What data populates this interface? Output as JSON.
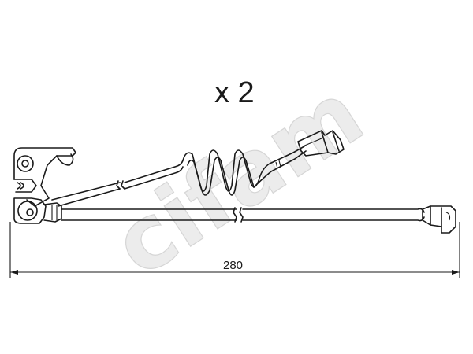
{
  "drawing": {
    "quantity_label": "x 2",
    "dimension_label": "280",
    "watermark_text": "cifam"
  },
  "colors": {
    "ink": "#1a1a1a",
    "watermark": "#d6d6d6",
    "background": "#ffffff"
  }
}
